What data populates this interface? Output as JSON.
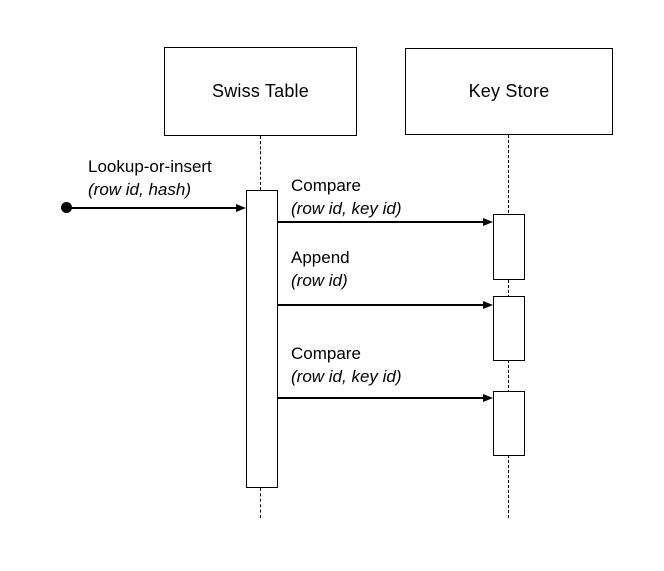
{
  "diagram": {
    "type": "uml-sequence",
    "colors": {
      "line": "#000000",
      "background": "#ffffff",
      "activation_fill": "#ffffff"
    },
    "participants": [
      {
        "name": "Swiss Table"
      },
      {
        "name": "Key Store"
      }
    ],
    "messages": [
      {
        "label": "Lookup-or-insert",
        "params": "(row id, hash)",
        "from": "start",
        "to": "Swiss Table"
      },
      {
        "label": "Compare",
        "params": "(row id, key id)",
        "from": "Swiss Table",
        "to": "Key Store"
      },
      {
        "label": "Append",
        "params": "(row id)",
        "from": "Swiss Table",
        "to": "Key Store"
      },
      {
        "label": "Compare",
        "params": "(row id, key id)",
        "from": "Swiss Table",
        "to": "Key Store"
      }
    ]
  }
}
